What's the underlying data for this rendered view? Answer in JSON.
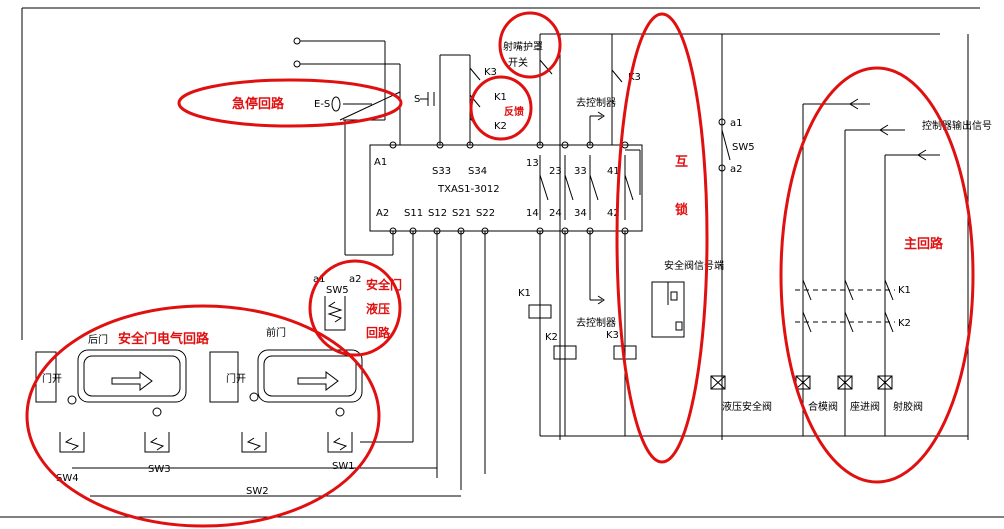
{
  "colors": {
    "wire": "#000000",
    "annotation": "#e01010",
    "background": "#ffffff"
  },
  "top": {
    "emergency_switch": "E-S",
    "s": "S",
    "k3_top": "K3",
    "k1": "K1",
    "k2": "K2",
    "k3_right": "K3",
    "nozzle_switch_line1": "射嘴护罩",
    "nozzle_switch_line2": "开关",
    "to_controller_top": "去控制器"
  },
  "module": {
    "name": "TXAS1-3012",
    "a1": "A1",
    "s33": "S33",
    "s34": "S34",
    "t13": "13",
    "t23": "23",
    "t33": "33",
    "t41": "41",
    "a2": "A2",
    "s11": "S11",
    "s12": "S12",
    "s21": "S21",
    "s22": "S22",
    "t14": "14",
    "t24": "24",
    "t34": "34",
    "t42": "42"
  },
  "right": {
    "a1": "a1",
    "sw5": "SW5",
    "a2": "a2",
    "controller_output": "控制器输出信号",
    "k1": "K1",
    "k2": "K2",
    "safety_valve_signal": "安全阀信号端",
    "to_controller_bottom": "去控制器",
    "coil_k1": "K1",
    "coil_k2": "K2",
    "coil_k3": "K3"
  },
  "valves": {
    "hydraulic": "液压安全阀",
    "close_mold": "合模阀",
    "seat_in": "座进阀",
    "injection": "射胶阀"
  },
  "door": {
    "front": "前门",
    "rear": "后门",
    "door_open_left": "门开",
    "door_open_right": "门开",
    "sw1": "SW1",
    "sw2": "SW2",
    "sw3": "SW3",
    "sw4": "SW4",
    "sw5_a1": "a1",
    "sw5": "SW5",
    "sw5_a2": "a2"
  },
  "annotations": {
    "estop_loop": "急停回路",
    "feedback": "反馈",
    "interlock_1": "互",
    "interlock_2": "锁",
    "main_loop": "主回路",
    "safety_door_hydraulic_1": "安全门",
    "safety_door_hydraulic_2": "液压",
    "safety_door_hydraulic_3": "回路",
    "safety_door_circuit": "安全门电气回路"
  }
}
